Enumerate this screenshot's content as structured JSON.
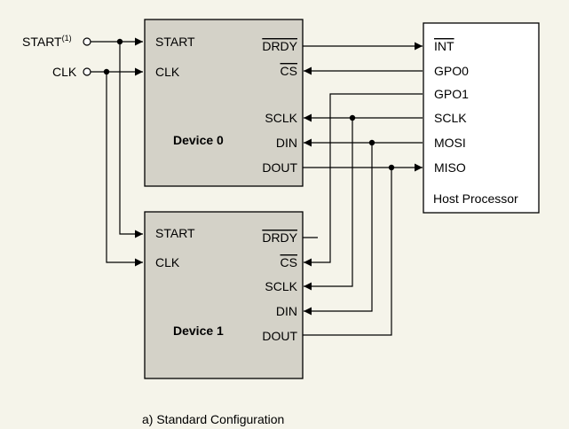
{
  "colors": {
    "background": "#f5f4ea",
    "device_fill": "#d4d2c8",
    "host_fill": "#ffffff",
    "stroke": "#000000"
  },
  "inputs": {
    "start": "START",
    "start_note": "(1)",
    "clk": "CLK"
  },
  "device0": {
    "name": "Device 0",
    "pins": {
      "start": "START",
      "clk": "CLK",
      "drdy": "DRDY",
      "cs": "CS",
      "sclk": "SCLK",
      "din": "DIN",
      "dout": "DOUT"
    }
  },
  "device1": {
    "name": "Device 1",
    "pins": {
      "start": "START",
      "clk": "CLK",
      "drdy": "DRDY",
      "cs": "CS",
      "sclk": "SCLK",
      "din": "DIN",
      "dout": "DOUT"
    }
  },
  "host": {
    "name": "Host Processor",
    "pins": {
      "int": "INT",
      "gpo0": "GPO0",
      "gpo1": "GPO1",
      "sclk": "SCLK",
      "mosi": "MOSI",
      "miso": "MISO"
    }
  },
  "caption": "a) Standard Configuration"
}
